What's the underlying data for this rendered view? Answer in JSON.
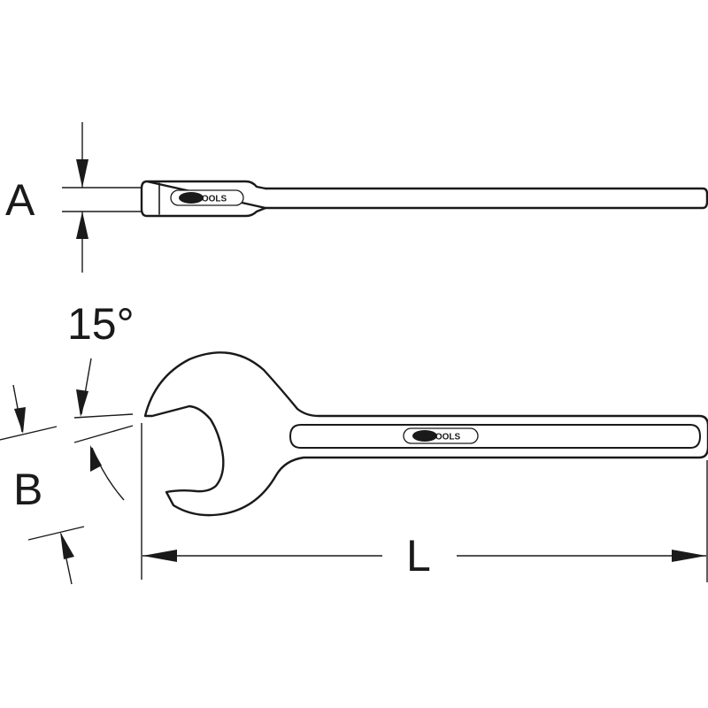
{
  "dimensions": {
    "thickness_label": "A",
    "opening_label": "B",
    "length_label": "L",
    "angle_label": "15°"
  },
  "logo": {
    "text": "KSTOOLS",
    "brand_color": "#1a1a1a"
  },
  "icons": [
    "open-end-wrench-side-view",
    "open-end-wrench-top-view",
    "dimension-arrow"
  ]
}
